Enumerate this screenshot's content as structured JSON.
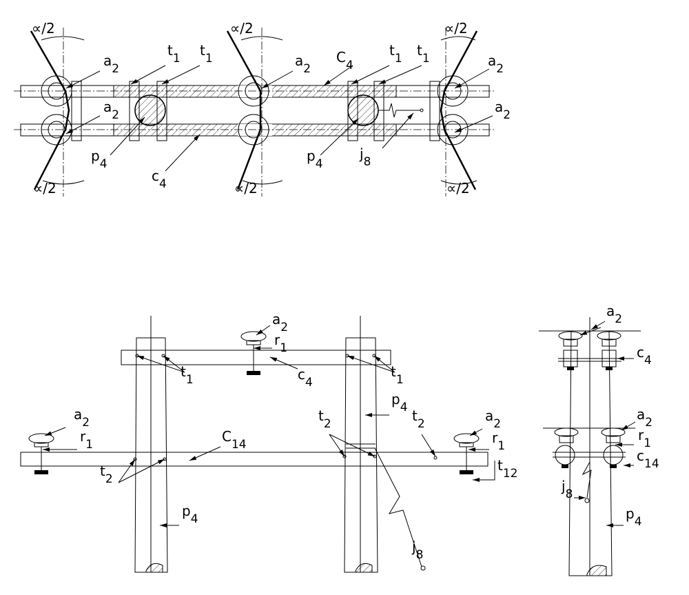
{
  "labels": {
    "alpha_half": "∝/2",
    "a": "a",
    "a_sub": "2",
    "t": "t",
    "t1_sub": "1",
    "t2_sub": "2",
    "t12_sub": "12",
    "C": "C",
    "c": "c",
    "c4_sub": "4",
    "c14_sub": "14",
    "p": "p",
    "p4_sub": "4",
    "j": "j",
    "j8_sub": "8",
    "r": "r",
    "r1_sub": "1"
  }
}
